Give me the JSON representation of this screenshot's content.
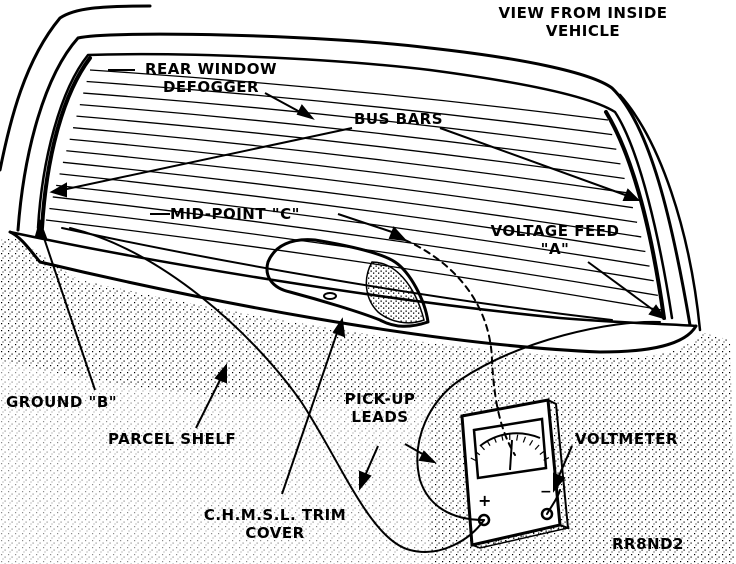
{
  "labels": {
    "view_line1": "VIEW FROM INSIDE",
    "view_line2": "VEHICLE",
    "rear_window_line1": "REAR WINDOW",
    "rear_window_line2": "DEFOGGER",
    "bus_bars": "BUS BARS",
    "mid_point": "MID-POINT \"C\"",
    "voltage_feed_line1": "VOLTAGE FEED",
    "voltage_feed_line2": "\"A\"",
    "ground": "GROUND \"B\"",
    "parcel_shelf": "PARCEL SHELF",
    "pickup_line1": "PICK-UP",
    "pickup_line2": "LEADS",
    "voltmeter": "VOLTMETER",
    "chmsl_line1": "C.H.M.S.L. TRIM",
    "chmsl_line2": "COVER",
    "figure_code": "RR8ND2"
  },
  "voltmeter": {
    "positive_symbol": "+",
    "negative_symbol": "−"
  },
  "colors": {
    "ink": "#000000",
    "background": "#ffffff",
    "stipple": "#000000"
  }
}
